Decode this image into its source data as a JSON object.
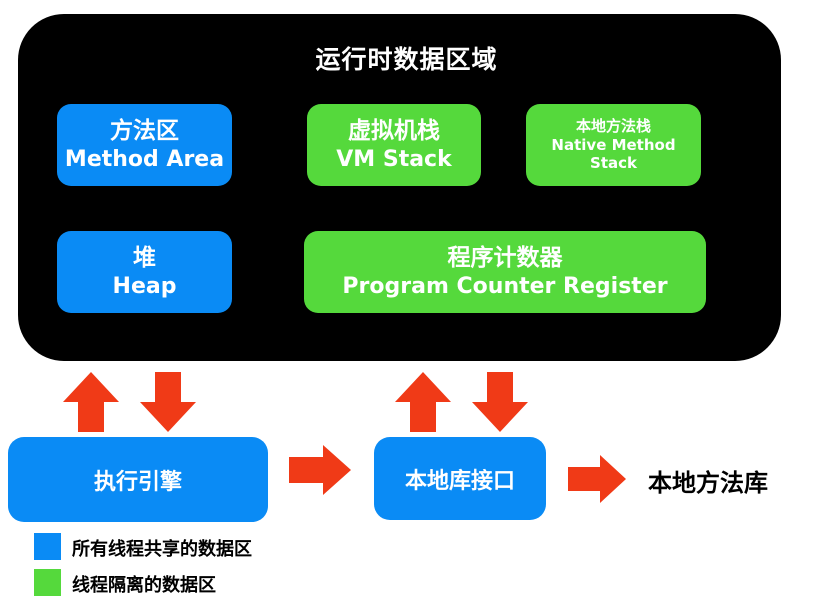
{
  "runtime_area": {
    "title": "运行时数据区域",
    "method_area": {
      "cn": "方法区",
      "en": "Method Area"
    },
    "vm_stack": {
      "cn": "虚拟机栈",
      "en": "VM Stack"
    },
    "native_stack": {
      "cn": "本地方法栈",
      "en1": "Native Method",
      "en2": "Stack"
    },
    "heap": {
      "cn": "堆",
      "en": "Heap"
    },
    "pc_register": {
      "cn": "程序计数器",
      "en": "Program Counter Register"
    }
  },
  "execution_engine": "执行引擎",
  "native_interface": "本地库接口",
  "native_library": "本地方法库",
  "legend": [
    {
      "label": "所有线程共享的数据区",
      "color": "#0a8bf5"
    },
    {
      "label": "线程隔离的数据区",
      "color": "#55d93c"
    }
  ],
  "colors": {
    "shared": "#0a8bf5",
    "isolated": "#55d93c",
    "arrow": "#f03a17",
    "background": "#000000"
  }
}
